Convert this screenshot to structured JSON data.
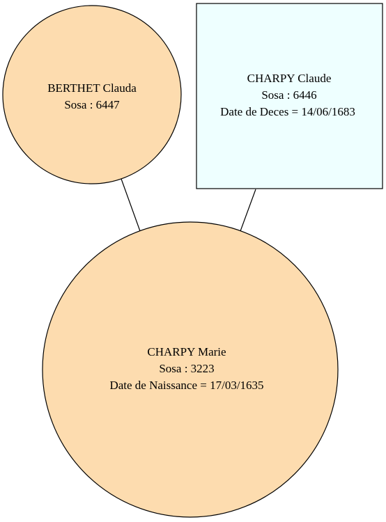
{
  "colors": {
    "female_fill": "#fddcaf",
    "male_fill": "#eeffff",
    "stroke": "#000000",
    "background": "#ffffff"
  },
  "nodes": {
    "mother": {
      "name": "BERTHET Clauda",
      "sosa": "Sosa : 6447"
    },
    "father": {
      "name": "CHARPY Claude",
      "sosa": "Sosa : 6446",
      "date": "Date de Deces = 14/06/1683"
    },
    "child": {
      "name": "CHARPY Marie",
      "sosa": "Sosa : 3223",
      "date": "Date de Naissance = 17/03/1635"
    }
  }
}
